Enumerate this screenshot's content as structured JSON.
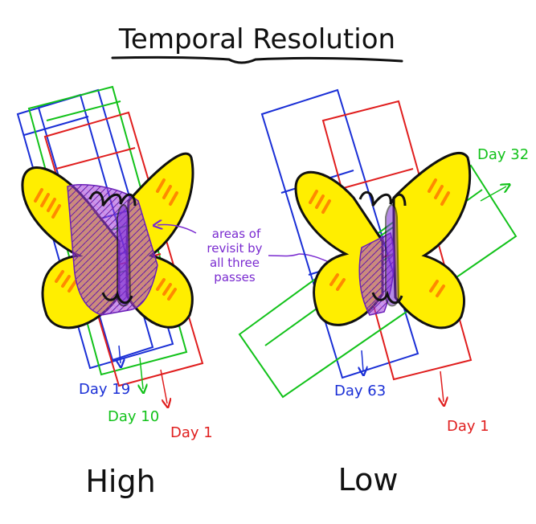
{
  "title": "Temporal Resolution",
  "annotation": [
    "areas of",
    "revisit by",
    "all three",
    "passes"
  ],
  "panels": {
    "high": {
      "label": "High",
      "passes": [
        {
          "label": "Day 19",
          "color": "#1a2fd6"
        },
        {
          "label": "Day 10",
          "color": "#12c21a"
        },
        {
          "label": "Day 1",
          "color": "#e01e1e"
        }
      ]
    },
    "low": {
      "label": "Low",
      "passes": [
        {
          "label": "Day 32",
          "color": "#12c21a"
        },
        {
          "label": "Day 63",
          "color": "#1a2fd6"
        },
        {
          "label": "Day 1",
          "color": "#e01e1e"
        }
      ]
    }
  },
  "colors": {
    "wing_fill": "#ffee00",
    "wing_spots": "#ff8a00",
    "overlap": "#8a2bd6",
    "annotation": "#7a2bd0",
    "outline": "#111111"
  }
}
